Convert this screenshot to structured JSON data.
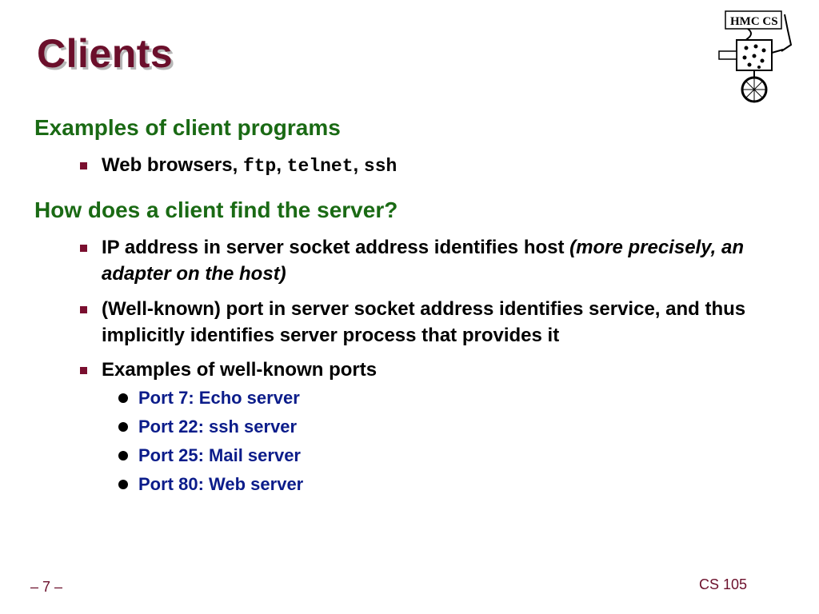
{
  "title": "Clients",
  "logo": {
    "text": "HMC CS"
  },
  "sections": [
    {
      "heading": "Examples of client programs",
      "bullets": [
        {
          "parts": [
            "Web browsers, ",
            "ftp",
            ", ",
            "telnet",
            ", ",
            "ssh"
          ]
        }
      ]
    },
    {
      "heading": "How does a client find the server?",
      "bullets": [
        {
          "text": "IP address in server socket address identifies host ",
          "italic": "(more precisely, an adapter on the host)"
        },
        {
          "text": "(Well-known) port in server socket address identifies service, and thus implicitly identifies server process that provides it"
        },
        {
          "text": "Examples of well-known ports",
          "subitems": [
            "Port 7: Echo server",
            "Port 22: ssh server",
            "Port 25: Mail server",
            "Port 80: Web server"
          ]
        }
      ]
    }
  ],
  "footer": {
    "page": "– 7 –",
    "course": "CS 105"
  },
  "colors": {
    "title": "#6b0f2b",
    "heading": "#1a6a14",
    "subitem": "#0b1c8a",
    "bullet_marker": "#7a0f2f"
  }
}
